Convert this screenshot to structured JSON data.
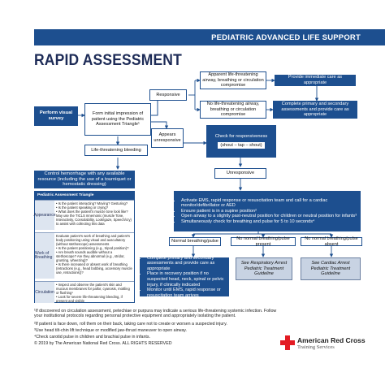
{
  "header": {
    "banner": "PEDIATRIC ADVANCED LIFE SUPPORT",
    "title": "RAPID ASSESSMENT"
  },
  "nodes": {
    "perform": "Perform visual survey",
    "impression": "Form initial impression of patient using the Pediatric Assessment Triangle¹",
    "responsive": "Responsive",
    "apparent": "Apparent life-threatening airway, breathing or circulation compromise",
    "no_lt": "No life-threatening airway, breathing or circulation compromise",
    "immediate": "Provide immediate care as appropriate",
    "complete_primary": "Complete primary and secondary assessments and provide care as appropriate",
    "lt_bleeding": "Life-threatening bleeding",
    "appears_unresp": "Appears unresponsive",
    "check_resp": "Check for responsiveness",
    "shout_tap": "(shout – tap – shout)",
    "unresponsive": "Unresponsive",
    "control_hem": "Control hemorrhage with any available resource (including the use of a tourniquet or hemostatic dressing)",
    "activate": [
      "Activate EMS, rapid response or resuscitation team and call for a cardiac monitor/defibrillator or AED",
      "Ensure patient is in a supine position²",
      "Open airway to a slightly past-neutral position for children or neutral position for infants³",
      "Simultaneously check for breathing and pulse for 5 to 10 seconds⁴"
    ],
    "normal": "Normal breathing/pulse",
    "no_normal_present": "No normal breathing/pulse present",
    "no_normal_absent": "No normal breathing/pulse absent",
    "complete_list": [
      "Complete primary and secondary assessments and provide care as appropriate",
      "Place in recovery position if no suspected head, neck, spinal or pelvic injury, if clinically indicated",
      "Monitor until EMS, rapid response or resuscitation team arrives"
    ],
    "resp_arrest": "See Respiratory Arrest Pediatric Treatment Guideline",
    "cardiac_arrest": "See Cardiac Arrest Pediatric Treatment Guideline"
  },
  "triangle": {
    "title": "Pediatric Assessment Triangle",
    "rows": [
      {
        "label": "Appearance",
        "text": "• Is the patient interacting? Moving? Gesturing?\n• Is the patient speaking or crying?\n• What does the patient's muscle tone look like?\nMay use the TICLS mnemonic (muscle Tone, Interactivity, Consolability, Look/gaze, Speech/cry) to assist with collecting this data"
      },
      {
        "label": "Work of Breathing",
        "text": "Evaluate patient's work of breathing and patient's body positioning using visual and auscultatory (without stethoscope) assessments\n• Is the patient positioning (e.g., tripod position)?\n• Are breath sounds audible without a stethoscope? Are they abnormal (e.g., stridor, grunting, wheezing)?\n• Is there increased or absent work of breathing (retractions (e.g., head bobbing, accessory muscle use, retractions))?"
      },
      {
        "label": "Circulation",
        "text": "• Inspect and observe the patient's skin and mucous membranes for pallor, cyanosis, mottling or flushing¹\n• Look for severe life-threatening bleeding, if present and visible"
      }
    ]
  },
  "footnotes": [
    "¹If discovered on circulation assessment, petechiae or purpura may indicate a serious life-threatening systemic infection. Follow your institutional protocols regarding personal protective equipment and appropriately isolating the patient.",
    "²If patient is face down, roll them on their back, taking care not to create or worsen a suspected injury.",
    "³Use head tilt-chin lift technique or modified jaw-thrust maneuver to open airway.",
    "⁴Check carotid pulse in children and brachial pulse in infants.",
    "© 2019 by The American National Red Cross. ALL RIGHTS RESERVED"
  ],
  "logo": {
    "name": "American Red Cross",
    "sub": "Training Services",
    "color": "#e31b23"
  },
  "colors": {
    "primary": "#1d4f8f",
    "grey_box": "#c8d3e3"
  }
}
